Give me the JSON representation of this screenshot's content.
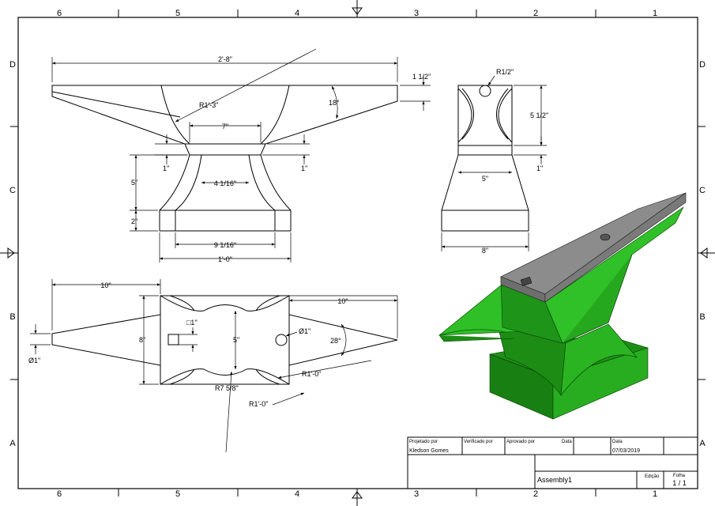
{
  "zones": {
    "columns": [
      "6",
      "5",
      "4",
      "3",
      "2",
      "1"
    ],
    "rows": [
      "D",
      "C",
      "B",
      "A"
    ]
  },
  "front_view": {
    "overall_length": "2'-8\"",
    "horn_radius": "R1'-3\"",
    "face_thickness": "1 1/2\"",
    "heel_angle": "18°",
    "waist_width": "7\"",
    "step_left": "1\"",
    "step_right": "1\"",
    "waist_height": "5\"",
    "waist_inner_width": "4 1/16\"",
    "base_height": "2\"",
    "base_inner_width": "9 1/16\"",
    "base_width": "1'-0\""
  },
  "side_view": {
    "hole_radius": "R1/2\"",
    "body_height": "5 1/2\"",
    "waist_width": "5\"",
    "step": "1\"",
    "base_width": "8\""
  },
  "top_view": {
    "horn_length": "10\"",
    "heel_length": "10\"",
    "body_width": "8\"",
    "hardy_hole": "□1\"",
    "horn_tip": "Ø1\"",
    "waist": "5\"",
    "pritchel_hole": "Ø1\"",
    "heel_angle": "28°",
    "radius_small": "R1'-0\"",
    "radius_mid": "R7 5/8\"",
    "radius_large": "R1'-0\""
  },
  "colors": {
    "body_green": "#22a31a",
    "body_dark": "#0e6b0a",
    "face_gray": "#8c8c8c"
  },
  "title_block": {
    "designed_by_label": "Projetado por",
    "designed_by": "Kledson Gomes",
    "checked_by_label": "Verificado por",
    "approved_by_label": "Aprovado por",
    "date_label_1": "Data",
    "date_label_2": "Data",
    "date": "07/03/2019",
    "title": "Assembly1",
    "edition_label": "Edição",
    "sheet_label": "Folha",
    "sheet": "1 / 1"
  }
}
